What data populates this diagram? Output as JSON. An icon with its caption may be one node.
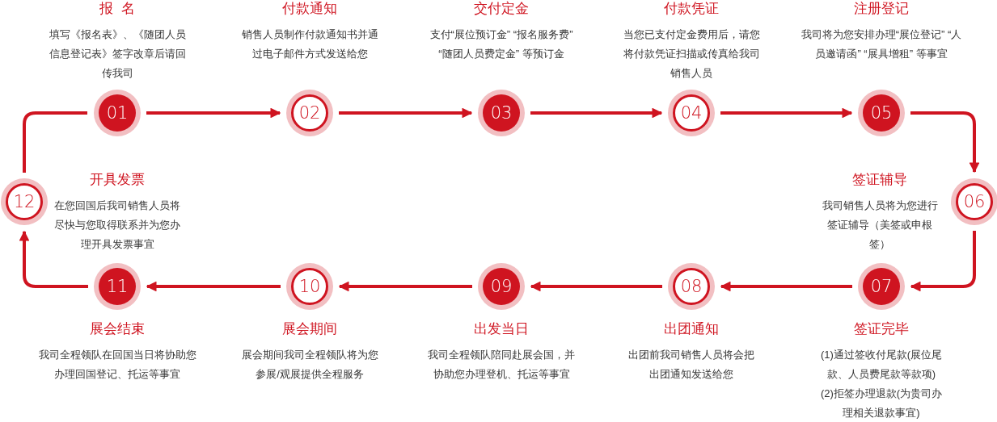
{
  "diagram": {
    "nodes": [
      {
        "text": [
          "01"
        ],
        "beside": [
          "报  名",
          "填写《报名表》、《随团人员信息登记表》签字改章后请回传我司"
        ]
      },
      {
        "text": [
          "02"
        ],
        "beside": [
          "付款通知",
          "销售人员制作付款通知书并通过电子邮件方式发送给您"
        ]
      },
      {
        "text": [
          "03"
        ],
        "beside": [
          "交付定金",
          "支付“展位预订金” “报名服务费” “随团人员费定金” 等预订金"
        ]
      },
      {
        "text": [
          "04"
        ],
        "beside": [
          "付款凭证",
          "当您已支付定金费用后，请您将付款凭证扫描或传真给我司销售人员"
        ]
      },
      {
        "text": [
          "05"
        ],
        "beside": [
          "注册登记",
          "我司将为您安排办理“展位登记” “人员邀请函” “展具增租” 等事宜"
        ]
      },
      {
        "text": [
          "06"
        ],
        "beside": [
          "签证辅导",
          "我司销售人员将为您进行签证辅导（美签或申根签）"
        ]
      },
      {
        "text": [
          "07"
        ],
        "beside": [
          "签证完毕",
          "(1)通过签收付尾款(展位尾款、人员费尾款等款项)",
          "(2)拒签办理退款(为贵司办理相关退款事宜)"
        ]
      },
      {
        "text": [
          "08"
        ],
        "beside": [
          "出团通知",
          "出团前我司销售人员将会把出团通知发送给您"
        ]
      },
      {
        "text": [
          "09"
        ],
        "beside": [
          "出发当日",
          "我司全程领队陪同赴展会国，并协助您办理登机、托运等事宜"
        ]
      },
      {
        "text": [
          "10"
        ],
        "beside": [
          "展会期间",
          "展会期间我司全程领队将为您参展/观展提供全程服务"
        ]
      },
      {
        "text": [
          "11"
        ],
        "beside": [
          "展会结束",
          "我司全程领队在回国当日将协助您办理回国登记、托运等事宜"
        ]
      },
      {
        "text": [
          "12"
        ],
        "beside": [
          "开具发票",
          "在您回国后我司销售人员将尽快与您取得联系并为您办理开具发票事宜"
        ]
      }
    ],
    "edges": [
      {
        "from": 0,
        "to": 1,
        "arrow": "to"
      },
      {
        "from": 1,
        "to": 2,
        "arrow": "to"
      },
      {
        "from": 2,
        "to": 3,
        "arrow": "to"
      },
      {
        "from": 3,
        "to": 4,
        "arrow": "to"
      },
      {
        "from": 4,
        "to": 5,
        "arrow": "to"
      },
      {
        "from": 5,
        "to": 6,
        "arrow": "to"
      },
      {
        "from": 6,
        "to": 7,
        "arrow": "to"
      },
      {
        "from": 7,
        "to": 8,
        "arrow": "to"
      },
      {
        "from": 8,
        "to": 9,
        "arrow": "to"
      },
      {
        "from": 9,
        "to": 10,
        "arrow": "to"
      },
      {
        "from": 10,
        "to": 11,
        "arrow": "to"
      },
      {
        "from": 11,
        "to": 0,
        "arrow": "none"
      }
    ]
  }
}
